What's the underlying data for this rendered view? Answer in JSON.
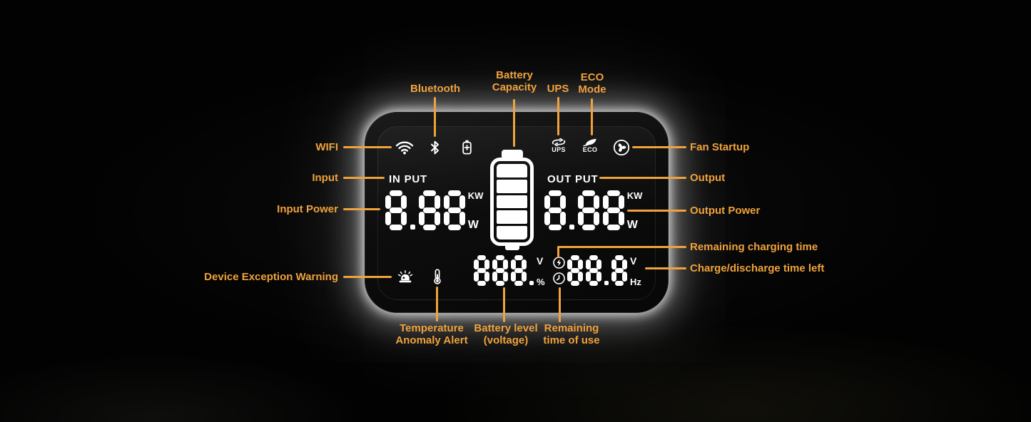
{
  "colors": {
    "accent": "#F0A23C",
    "digit": "#FFFFFF",
    "panel_glow": "#FFFFFF",
    "panel_bg": "#0D0D0D"
  },
  "icons": [
    "wifi-icon",
    "bluetooth-icon",
    "battery-status-icon",
    "ups-icon",
    "eco-icon",
    "fan-icon",
    "siren-icon",
    "thermometer-icon",
    "charging-bolt-icon",
    "clock-icon"
  ],
  "callouts": {
    "left": {
      "wifi": "WIFI",
      "input": "Input",
      "input_power": "Input Power",
      "device_exception_warning": "Device Exception Warning"
    },
    "top": {
      "bluetooth": "Bluetooth",
      "battery_capacity": "Battery\nCapacity",
      "ups": "UPS",
      "eco_mode": "ECO\nMode"
    },
    "right": {
      "fan_startup": "Fan Startup",
      "output": "Output",
      "output_power": "Output Power",
      "remaining_charging_time": "Remaining charging time",
      "charge_discharge_time_left": "Charge/discharge time left"
    },
    "bottom": {
      "temperature_anomaly_alert": "Temperature\nAnomaly Alert",
      "battery_level_voltage": "Battery level\n(voltage)",
      "remaining_time_of_use": "Remaining\ntime of use"
    }
  },
  "display": {
    "ups_icon_label": "UPS",
    "eco_icon_label": "ECO",
    "input": {
      "label": "IN PUT",
      "value": "8.88",
      "unit_top": "KW",
      "unit_bottom": "W"
    },
    "output": {
      "label": "OUT PUT",
      "value": "8.88",
      "unit_top": "KW",
      "unit_bottom": "W"
    },
    "battery_voltage": {
      "value": "888.",
      "unit_top": "V",
      "unit_bottom": "%"
    },
    "charge_time": {
      "value": "88.8",
      "unit_top": "V",
      "unit_bottom": "Hz"
    },
    "battery_capacity_segments": 5
  }
}
